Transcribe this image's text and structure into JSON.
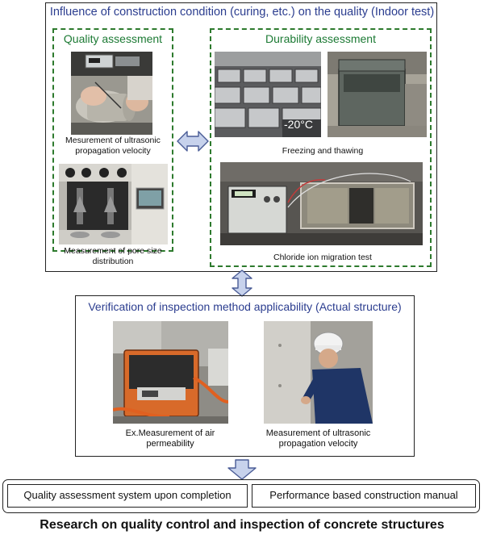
{
  "top": {
    "title": "Influence of construction condition (curing, etc.) on the quality (Indoor test)",
    "quality": {
      "title": "Quality assessment",
      "caption1": "Mesurement of ultrasonic propagation velocity",
      "caption2": "Measurement of pore size distribution"
    },
    "durability": {
      "title": "Durability assessment",
      "temp_label": "-20°C",
      "caption1": "Freezing and thawing",
      "caption2": "Chloride ion migration test"
    }
  },
  "verification": {
    "title": "Verification of inspection method applicability (Actual structure)",
    "caption1": "Ex.Measurement of air permeability",
    "caption2": "Measurement of ultrasonic propagation velocity"
  },
  "outcomes": {
    "left": "Quality assessment system upon completion",
    "right": "Performance based construction manual"
  },
  "main_title": "Research on quality control and inspection of concrete structures",
  "colors": {
    "blue_title": "#2b3d8f",
    "green_title": "#1c7a34",
    "dashed_border": "#2d7a2d",
    "arrow_fill": "#c7d2ec",
    "arrow_stroke": "#4a5c96"
  }
}
